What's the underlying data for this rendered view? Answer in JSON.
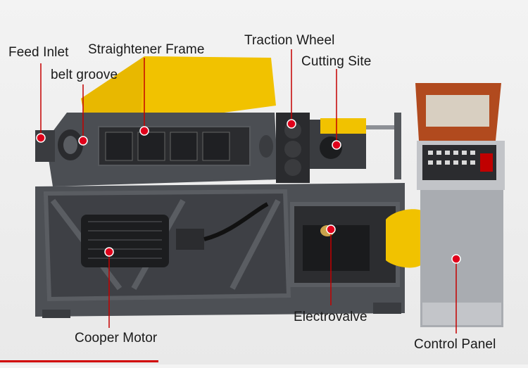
{
  "colors": {
    "frame": "#4a4d52",
    "yellow_guard": "#f3c300",
    "panel_gray": "#b9bcc0",
    "marker_red": "#e0001b",
    "callout_line": "#c00000",
    "rust_lid": "#b24a1f"
  },
  "labels": {
    "feed_inlet": "Feed Inlet",
    "belt_groove": "belt groove",
    "straightener_frame": "Straightener Frame",
    "traction_wheel": "Traction Wheel",
    "cutting_site": "Cutting Site",
    "cooper_motor": "Cooper Motor",
    "electrovalve": "Electrovalve",
    "control_panel": "Control Panel"
  }
}
